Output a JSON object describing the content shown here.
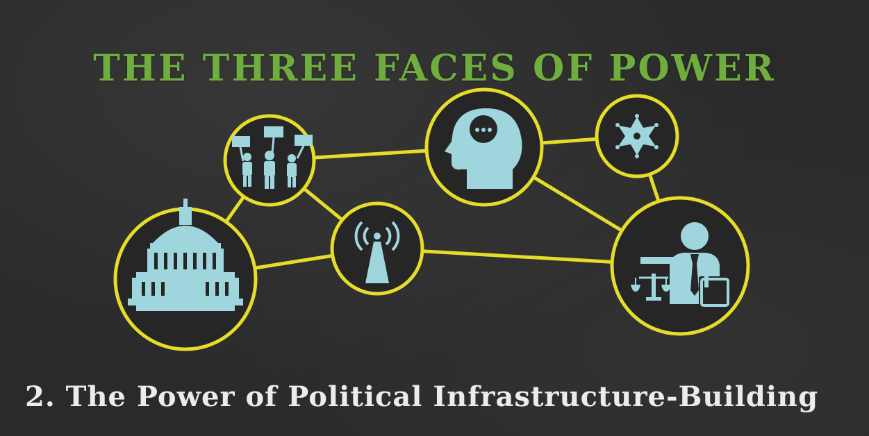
{
  "title": "THE THREE FACES OF POWER",
  "subtitle": "2. The Power of Political Infrastructure-Building",
  "colors": {
    "title": "#6fae3e",
    "edge": "#e6dc2a",
    "icon": "#9fd6dd",
    "background": "#2a2a2a",
    "subtitle": "#ececec"
  },
  "nodes": [
    {
      "id": "capitol",
      "icon": "capitol-building-icon"
    },
    {
      "id": "protest",
      "icon": "protesters-icon"
    },
    {
      "id": "broadcast",
      "icon": "broadcast-tower-icon"
    },
    {
      "id": "thinking",
      "icon": "head-thinking-icon"
    },
    {
      "id": "sheriff",
      "icon": "sheriff-star-icon"
    },
    {
      "id": "lawyer",
      "icon": "lawyer-scales-icon"
    }
  ],
  "edges": [
    [
      "capitol",
      "protest"
    ],
    [
      "capitol",
      "broadcast"
    ],
    [
      "protest",
      "broadcast"
    ],
    [
      "protest",
      "thinking"
    ],
    [
      "thinking",
      "sheriff"
    ],
    [
      "thinking",
      "lawyer"
    ],
    [
      "sheriff",
      "lawyer"
    ],
    [
      "broadcast",
      "lawyer"
    ]
  ]
}
